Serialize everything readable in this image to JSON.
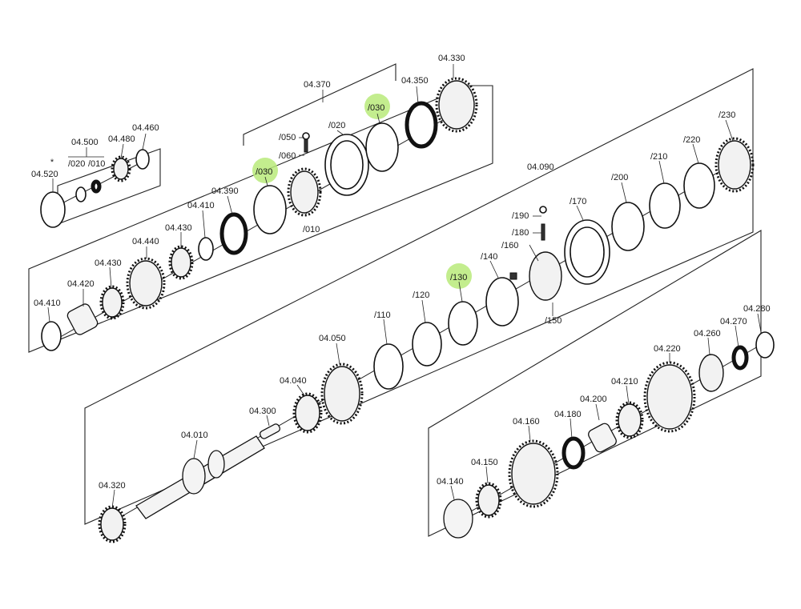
{
  "labels": {
    "p04_520": "04.520",
    "p04_500": "04.500",
    "p020_a": "/020",
    "p010_a": "/010",
    "p04_480": "04.480",
    "p04_460": "04.460",
    "star": "*",
    "p04_370": "04.370",
    "p04_330": "04.330",
    "p04_350": "04.350",
    "p030_top": "/030",
    "p020_b": "/020",
    "p050": "/050",
    "p060": "/060",
    "p030_left": "/030",
    "p010_b": "/010",
    "p04_390": "04.390",
    "p04_410_top": "04.410",
    "p04_430_top": "04.430",
    "p04_440": "04.440",
    "p04_430_left": "04.430",
    "p04_420": "04.420",
    "p04_410_left": "04.410",
    "p04_090": "04.090",
    "p230": "/230",
    "p220": "/220",
    "p210": "/210",
    "p200": "/200",
    "p170": "/170",
    "p190": "/190",
    "p180": "/180",
    "p160": "/160",
    "p140": "/140",
    "p130": "/130",
    "p120": "/120",
    "p110": "/110",
    "p150": "/150",
    "p04_050": "04.050",
    "p04_040": "04.040",
    "p04_300": "04.300",
    "p04_010": "04.010",
    "p04_320": "04.320",
    "p04_280": "04.280",
    "p04_270": "04.270",
    "p04_260": "04.260",
    "p04_220": "04.220",
    "p04_210": "04.210",
    "p04_200": "04.200",
    "p04_180": "04.180",
    "p04_160": "04.160",
    "p04_150": "04.150",
    "p04_140": "04.140"
  },
  "highlight_color": "#b9ea7a"
}
